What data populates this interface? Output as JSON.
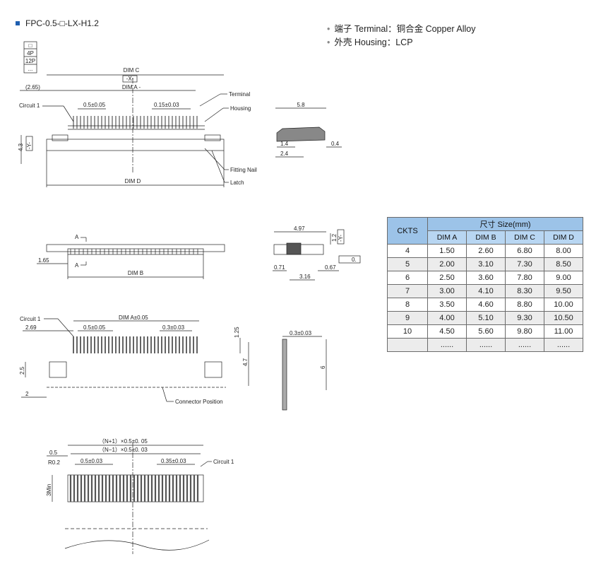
{
  "header": {
    "model": "FPC-0.5-□-LX-H1.2"
  },
  "specs": [
    {
      "text": "端子 Terminal：铜合金 Copper Alloy"
    },
    {
      "text": "外壳 Housing：LCP"
    }
  ],
  "pin_box": [
    "□",
    "4P",
    "12P",
    "..."
  ],
  "labels": {
    "dim_c": "DIM  C",
    "x_marker": "-X-",
    "dim_a_minus": "DIM  A -",
    "dim_2_65": "(2.65)",
    "terminal": "Terminal",
    "circuit1": "Circuit 1",
    "housing": "Housing",
    "pitch_05": "0.5±0.05",
    "pitch_015": "0.15±0.03",
    "fitting_nail": "Fitting Nail",
    "latch": "Latch",
    "dim_d": "DIM  D",
    "h_4_3": "4.3",
    "y_marker": "-Y-",
    "side_5_8": "5.8",
    "side_1_4": "1.4",
    "side_2_4": "2.4",
    "side_0_4": "0.4",
    "a_mark": "A",
    "dim_1_65": "1.65",
    "dim_b": "DIM  B",
    "side_4_97": "4.97",
    "side_1_2": "1.2",
    "side_0_71": "0.71",
    "side_3_16": "3.16",
    "side_0_67": "0.67",
    "flat_0": "0.",
    "circuit1_b": "Circuit 1",
    "dim_2_69": "2.69",
    "dim_a_005": "DIM  A±0.05",
    "pitch_05b": "0.5±0.05",
    "pitch_03": "0.3±0.03",
    "dim_1_25": "1.25",
    "dim_4_7": "4.7",
    "dim_2_5": "2.5",
    "dim_2": "2",
    "connector_position": "Connector Position",
    "dim_0_3": "0.3±0.03",
    "dim_6": "6",
    "n1_plus": "（N+1）×0.5±0. 05",
    "n1_minus": "（N−1）×0.5±0. 03",
    "dim_0_5": "0.5",
    "r0_2": "R0.2",
    "pitch_05c": "0.5±0.03",
    "pitch_035": "0.35±0.03",
    "circuit1_c": "Circuit 1",
    "three_min": "3Min"
  },
  "table": {
    "col_ckts": "CKTS",
    "col_size": "尺寸 Size(mm)",
    "sub": [
      "DIM A",
      "DIM B",
      "DIM C",
      "DIM D"
    ],
    "rows": [
      {
        "ckts": "4",
        "a": "1.50",
        "b": "2.60",
        "c": "6.80",
        "d": "8.00"
      },
      {
        "ckts": "5",
        "a": "2.00",
        "b": "3.10",
        "c": "7.30",
        "d": "8.50"
      },
      {
        "ckts": "6",
        "a": "2.50",
        "b": "3.60",
        "c": "7.80",
        "d": "9.00"
      },
      {
        "ckts": "7",
        "a": "3.00",
        "b": "4.10",
        "c": "8.30",
        "d": "9.50"
      },
      {
        "ckts": "8",
        "a": "3.50",
        "b": "4.60",
        "c": "8.80",
        "d": "10.00"
      },
      {
        "ckts": "9",
        "a": "4.00",
        "b": "5.10",
        "c": "9.30",
        "d": "10.50"
      },
      {
        "ckts": "10",
        "a": "4.50",
        "b": "5.60",
        "c": "9.80",
        "d": "11.00"
      },
      {
        "ckts": "",
        "a": "......",
        "b": "......",
        "c": "......",
        "d": "......"
      }
    ]
  },
  "colors": {
    "accent": "#1f5fb0",
    "table_header": "#9cc3e8",
    "table_subheader": "#b8d6f2",
    "table_alt": "#ececec"
  }
}
